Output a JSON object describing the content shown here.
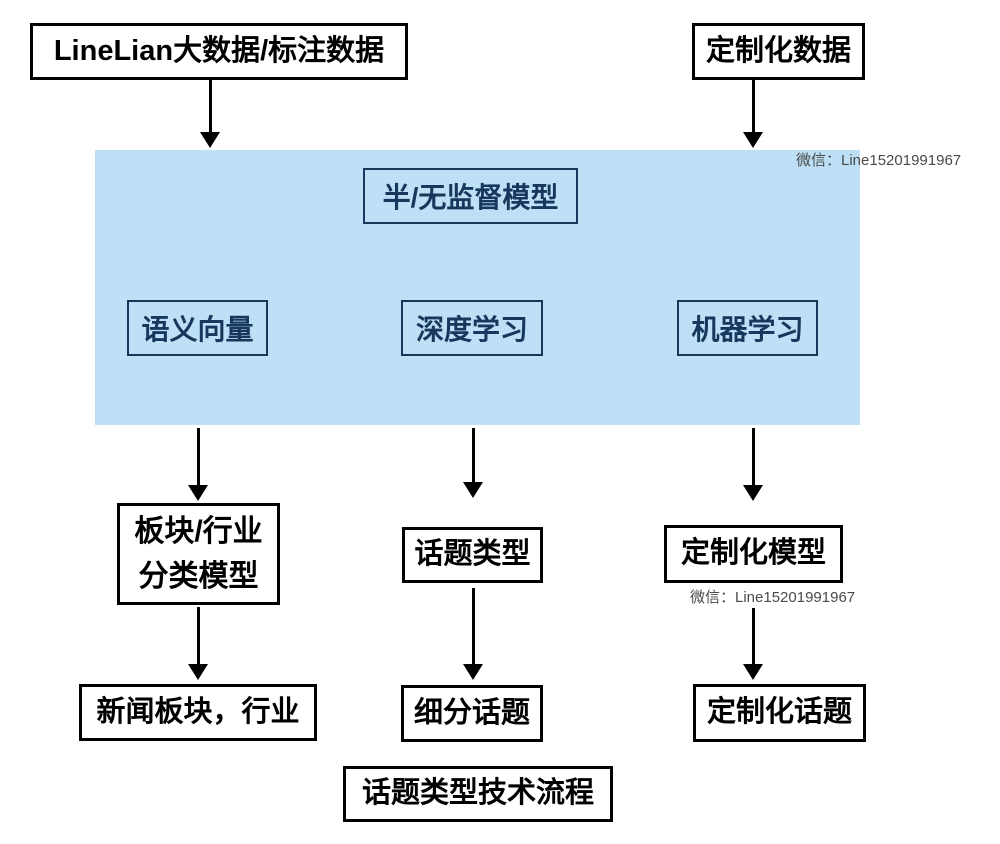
{
  "diagram": {
    "watermark": "微信：Line15201991967",
    "footer_title": "话题类型技术流程",
    "inputs": {
      "left": "LineLian大数据/标注数据",
      "right": "定制化数据"
    },
    "panel": {
      "header": "半/无监督模型",
      "methods": [
        "语义向量",
        "深度学习",
        "机器学习"
      ]
    },
    "models": {
      "industry_line1": "板块/行业",
      "industry_line2": "分类模型",
      "topic": "话题类型",
      "custom": "定制化模型"
    },
    "outputs": {
      "news": "新闻板块，行业",
      "subtopic": "细分话题",
      "custom": "定制化话题"
    }
  },
  "colors": {
    "panel_fill": "#BDE0F6",
    "panel_ink": "#17375D",
    "watermark_ink": "#4A4A4A"
  }
}
